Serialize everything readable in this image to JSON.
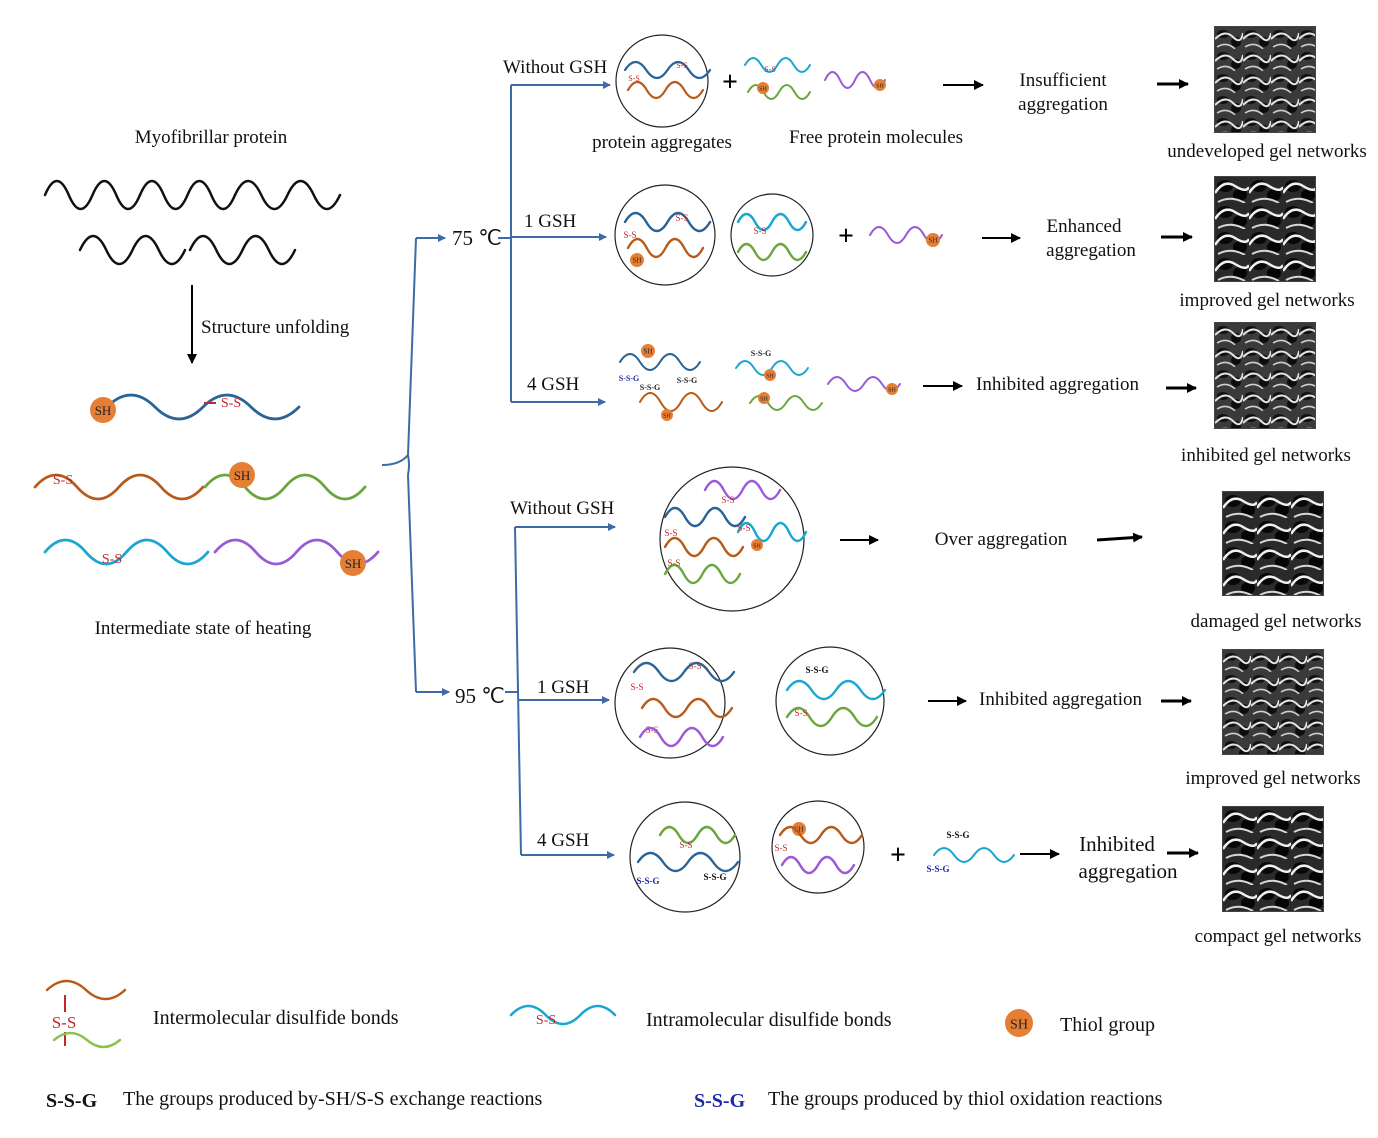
{
  "left": {
    "title": "Myofibrillar protein",
    "arrow_label": "Structure unfolding",
    "intermediate_label": "Intermediate state of heating",
    "sh": "SH",
    "ss": "S-S"
  },
  "temps": {
    "t75": "75 ℃",
    "t95": "95 ℃"
  },
  "rows": [
    {
      "cond": "Without GSH",
      "outcome": "Insufficient aggregation",
      "outcome_lines": [
        "Insufficient",
        "aggregation"
      ],
      "network": "undeveloped gel networks",
      "sub1": "protein aggregates",
      "sub2": "Free protein molecules"
    },
    {
      "cond": "1 GSH",
      "outcome_lines": [
        "Enhanced",
        "aggregation"
      ],
      "network": "improved gel networks"
    },
    {
      "cond": "4 GSH",
      "outcome": "Inhibited aggregation",
      "network": "inhibited gel networks"
    },
    {
      "cond": "Without GSH",
      "outcome": "Over aggregation",
      "network": "damaged gel networks"
    },
    {
      "cond": "1 GSH",
      "outcome": "Inhibited aggregation",
      "network": "improved gel networks"
    },
    {
      "cond": "4 GSH",
      "outcome_lines": [
        "Inhibited",
        "aggregation"
      ],
      "network": "compact gel networks"
    }
  ],
  "symbols": {
    "plus": "+",
    "ss": "S-S",
    "ssg": "S-S-G",
    "sh": "SH"
  },
  "legend": {
    "inter": "Intermolecular disulfide bonds",
    "intra": "Intramolecular disulfide bonds",
    "thiol": "Thiol group",
    "ssg_black_symbol": "S-S-G",
    "ssg_black_text": "The groups produced by-SH/S-S exchange reactions",
    "ssg_blue_symbol": "S-S-G",
    "ssg_blue_text": "The groups produced by thiol oxidation reactions"
  },
  "colors": {
    "branch": "#3e6aa8",
    "dark_blue": "#2a6496",
    "orange": "#b85b1a",
    "green": "#6aa63c",
    "cyan": "#1aa6d2",
    "purple": "#9a5ad8",
    "thiol": "#e57f36",
    "disulfide": "#c0282d",
    "ssg_blue": "#1f2aa8"
  }
}
